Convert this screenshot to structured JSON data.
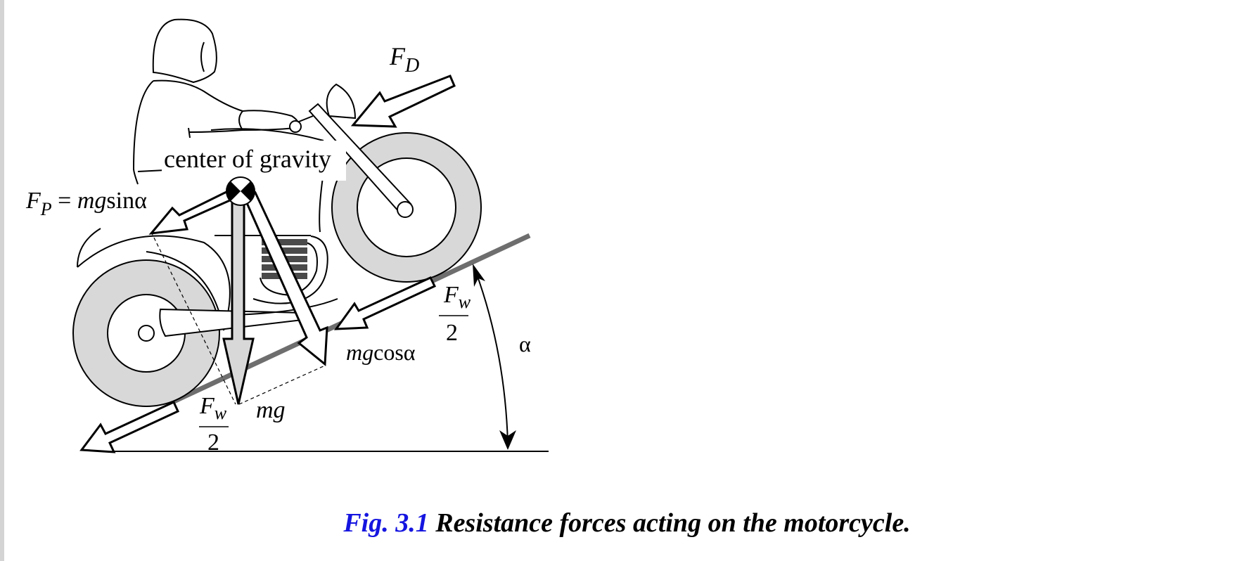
{
  "figure": {
    "labels": {
      "drag_force": "F",
      "drag_sub": "D",
      "center_of_gravity": "center of gravity",
      "slope_force_lhs": "F",
      "slope_force_sub": "P",
      "slope_force_rhs_eq": " = ",
      "slope_force_rhs_m": "mg",
      "slope_force_rhs_fn": "sinα",
      "normal_m": "mg",
      "normal_fn": "cosα",
      "weight": "mg",
      "wheel_force_front_num": "F",
      "wheel_force_front_sub": "w",
      "wheel_force_front_den": "2",
      "wheel_force_rear_num": "F",
      "wheel_force_rear_sub": "w",
      "wheel_force_rear_den": "2",
      "angle": "α"
    },
    "colors": {
      "line": "#000000",
      "tire_fill": "#d8d8d8",
      "slope_line": "#6e6e6e",
      "radiator": "#4a4a4a",
      "weight_arrow_fill": "#d8d8d8"
    }
  },
  "caption": {
    "number": "Fig. 3.1",
    "text": " Resistance forces acting on the motorcycle.",
    "number_color": "#1515e0"
  }
}
